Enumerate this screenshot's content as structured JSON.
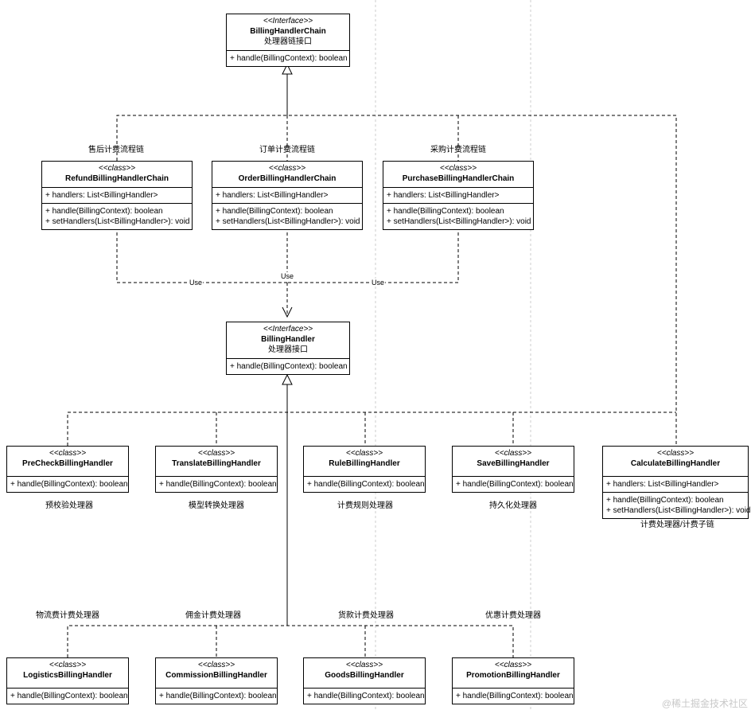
{
  "chain_interface": {
    "stereotype": "<<Interface>>",
    "name": "BillingHandlerChain",
    "subtitle": "处理器链接口",
    "methods": [
      "+ handle(BillingContext): boolean"
    ]
  },
  "chains": [
    {
      "label": "售后计费流程链",
      "stereotype": "<<class>>",
      "name": "RefundBillingHandlerChain",
      "fields": [
        "+ handlers: List<BillingHandler>"
      ],
      "methods": [
        "+ handle(BillingContext): boolean",
        "+ setHandlers(List<BillingHandler>): void"
      ]
    },
    {
      "label": "订单计费流程链",
      "stereotype": "<<class>>",
      "name": "OrderBillingHandlerChain",
      "fields": [
        "+ handlers: List<BillingHandler>"
      ],
      "methods": [
        "+ handle(BillingContext): boolean",
        "+ setHandlers(List<BillingHandler>): void"
      ]
    },
    {
      "label": "采购计费流程链",
      "stereotype": "<<class>>",
      "name": "PurchaseBillingHandlerChain",
      "fields": [
        "+ handlers: List<BillingHandler>"
      ],
      "methods": [
        "+ handle(BillingContext): boolean",
        "+ setHandlers(List<BillingHandler>): void"
      ]
    }
  ],
  "use_labels": [
    "Use",
    "Use",
    "Use"
  ],
  "handler_interface": {
    "stereotype": "<<Interface>>",
    "name": "BillingHandler",
    "subtitle": "处理器接口",
    "methods": [
      "+ handle(BillingContext): boolean"
    ]
  },
  "handlers": [
    {
      "stereotype": "<<class>>",
      "name": "PreCheckBillingHandler",
      "methods": [
        "+ handle(BillingContext): boolean"
      ],
      "caption": "预校验处理器"
    },
    {
      "stereotype": "<<class>>",
      "name": "TranslateBillingHandler",
      "methods": [
        "+ handle(BillingContext): boolean"
      ],
      "caption": "模型转换处理器"
    },
    {
      "stereotype": "<<class>>",
      "name": "RuleBillingHandler",
      "methods": [
        "+ handle(BillingContext): boolean"
      ],
      "caption": "计费规则处理器"
    },
    {
      "stereotype": "<<class>>",
      "name": "SaveBillingHandler",
      "methods": [
        "+ handle(BillingContext): boolean"
      ],
      "caption": "持久化处理器"
    },
    {
      "stereotype": "<<class>>",
      "name": "CalculateBillingHandler",
      "fields": [
        "+ handlers: List<BillingHandler>"
      ],
      "methods": [
        "+ handle(BillingContext): boolean",
        "+ setHandlers(List<BillingHandler>): void"
      ],
      "caption": "计费处理器/计费子链"
    }
  ],
  "sub_handlers": [
    {
      "label": "物流费计费处理器",
      "stereotype": "<<class>>",
      "name": "LogisticsBillingHandler",
      "methods": [
        "+ handle(BillingContext): boolean"
      ]
    },
    {
      "label": "佣金计费处理器",
      "stereotype": "<<class>>",
      "name": "CommissionBillingHandler",
      "methods": [
        "+ handle(BillingContext): boolean"
      ]
    },
    {
      "label": "货款计费处理器",
      "stereotype": "<<class>>",
      "name": "GoodsBillingHandler",
      "methods": [
        "+ handle(BillingContext): boolean"
      ]
    },
    {
      "label": "优惠计费处理器",
      "stereotype": "<<class>>",
      "name": "PromotionBillingHandler",
      "methods": [
        "+ handle(BillingContext): boolean"
      ]
    }
  ],
  "watermark": "@稀土掘金技术社区",
  "colors": {
    "line": "#000000",
    "guide": "#cccccc"
  }
}
